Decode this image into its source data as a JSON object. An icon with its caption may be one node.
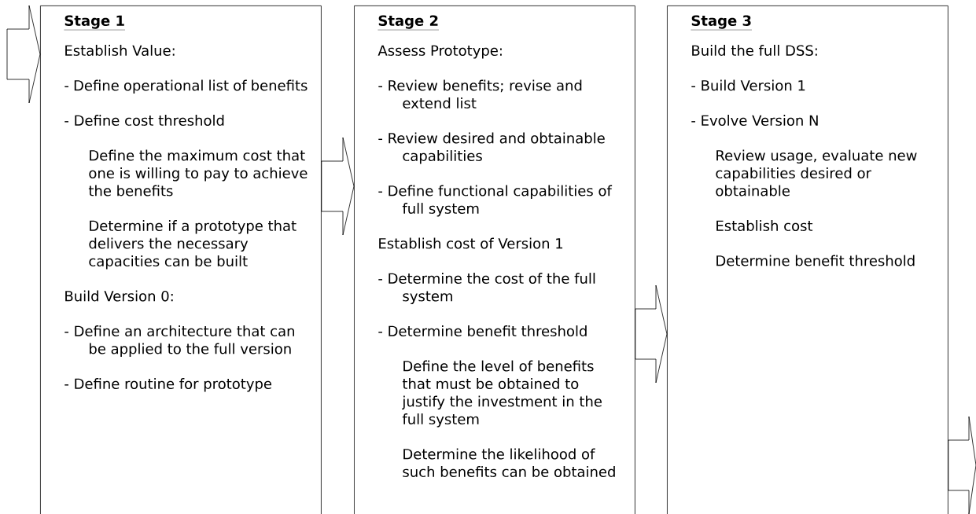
{
  "diagram": {
    "nodes": [
      {
        "text": [
          "Stage 1",
          "Establish Value:",
          "- Define operational list of benefits",
          "- Define cost threshold",
          "Define the maximum cost that one is willing to pay to achieve the benefits",
          "Determine if a prototype that delivers the necessary capacities can be built",
          "Build Version 0:",
          "- Define an architecture that can be applied to the full version",
          "- Define routine for prototype"
        ]
      },
      {
        "text": [
          "Stage 2",
          "Assess Prototype:",
          "- Review benefits; revise and extend list",
          "- Review desired and obtainable capabilities",
          "- Define functional capabilities of full system",
          "Establish cost of Version 1",
          "- Determine the cost of the full system",
          "- Determine benefit threshold",
          "Define the level of benefits that must be obtained to justify the investment in the full system",
          "Determine the likelihood of such benefits can be obtained"
        ]
      },
      {
        "text": [
          "Stage 3",
          "Build the full DSS:",
          "- Build Version 1",
          "- Evolve Version N",
          "Review usage, evaluate new capabilities desired or obtainable",
          "Establish cost",
          "Determine benefit threshold"
        ]
      }
    ],
    "edges": [
      {
        "from": null,
        "to": 0,
        "arrow": "to"
      },
      {
        "from": 0,
        "to": 1,
        "arrow": "to"
      },
      {
        "from": 1,
        "to": 2,
        "arrow": "to"
      },
      {
        "from": 2,
        "to": null,
        "arrow": "to"
      }
    ]
  }
}
